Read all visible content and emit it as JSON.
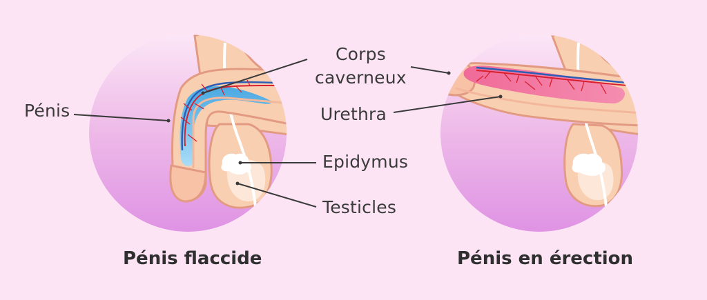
{
  "diagram": {
    "labels": {
      "corps_caverneux_line1": "Corps",
      "corps_caverneux_line2": "caverneux",
      "penis": "Pénis",
      "urethra": "Urethra",
      "epidymus": "Epidymus",
      "testicles": "Testicles"
    },
    "titles": {
      "flaccid": "Pénis flaccide",
      "erection": "Pénis en érection"
    }
  },
  "colors": {
    "background": "#fce4f5",
    "circle_top": "#fbe6f6",
    "circle_bottom": "#e199e6",
    "skin": "#f9cfb1",
    "skin_outline": "#e29b82",
    "corpus_flaccid": "#7ec7ee",
    "corpus_erect": "#ef5f8f",
    "vessel_red": "#d8202f",
    "vessel_blue": "#2e5db5",
    "testicle_white": "#ffffff",
    "text": "#3a3a3a"
  }
}
